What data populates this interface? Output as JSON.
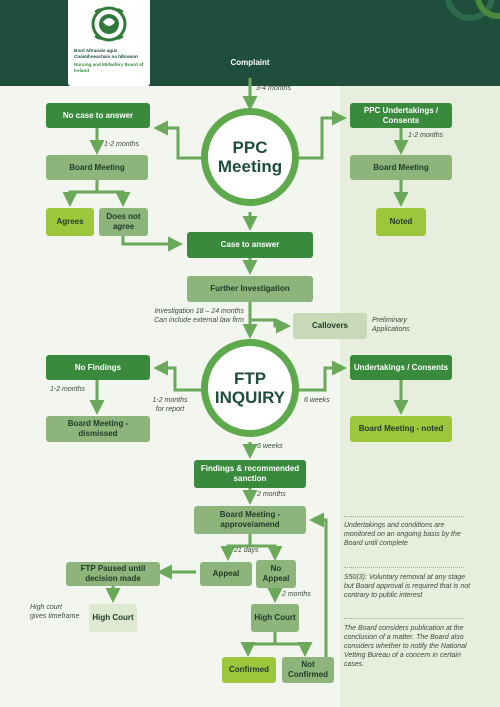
{
  "org": {
    "irish_name": "Bord Altranais agus Cnáimhseachais na hÉireann",
    "english_name": "Nursing and Midwifery Board of Ireland"
  },
  "nodes": {
    "complaint": "Complaint",
    "no_case": "No case to answer",
    "ppc_undertakings": "PPC Undertakings / Consents",
    "ppc_meeting": "PPC Meeting",
    "board_meeting_left": "Board Meeting",
    "board_meeting_right": "Board Meeting",
    "agrees": "Agrees",
    "does_not_agree": "Does not agree",
    "noted": "Noted",
    "case_to_answer": "Case to answer",
    "further_investigation": "Further Investigation",
    "callovers": "Callovers",
    "preliminary_applications": "Preliminary Applications",
    "no_findings": "No Findings",
    "ftp_inquiry": "FTP INQUIRY",
    "undertakings_consents": "Undertakings / Consents",
    "board_meeting_dismissed": "Board Meeting - dismissed",
    "board_meeting_noted": "Board Meeting - noted",
    "findings": "Findings & recommended sanction",
    "board_meeting_approve": "Board Meeting - approve/amend",
    "ftp_paused": "FTP Paused until decision made",
    "appeal": "Appeal",
    "no_appeal": "No Appeal",
    "high_court_left": "High Court",
    "high_court_right": "High Court",
    "confirmed": "Confirmed",
    "not_confirmed": "Not Confirmed"
  },
  "labels": {
    "t_3_4_months": "3-4 months",
    "t_1_2_left": "1-2 months",
    "t_1_2_right": "1-2 months",
    "investigation_time": "Investigation 18 – 24 months",
    "external_law": "Can include external law firm",
    "t_1_2_no_findings": "1-2 months",
    "t_1_2_report_a": "1-2 months",
    "t_1_2_report_b": "for report",
    "t_6_weeks_right": "6 weeks",
    "t_6_weeks_down": "6 weeks",
    "t_2_months_a": "2 months",
    "t_21_days": "21 days",
    "t_2_months_b": "2 months",
    "high_court_timeframe": "High court gives timeframe"
  },
  "notes": {
    "note1": "Undertakings and conditions are monitored on an ongoing basis by the Board until complete",
    "note2": "S50(3): Voluntary removal at any stage but Board approval is required that is not contrary to public interest",
    "note3": "The Board considers publication at the conclusion of a matter. The Board also considers whether to notify the National Vetting Bureau of a concern in certain cases."
  },
  "colors": {
    "header": "#1f4e3d",
    "dark_green": "#3a8a3d",
    "mid_green": "#8db47a",
    "lime": "#9cc63c",
    "pale": "#dfe9d1",
    "ring": "#5ea94c",
    "connector": "#6aa85a"
  }
}
